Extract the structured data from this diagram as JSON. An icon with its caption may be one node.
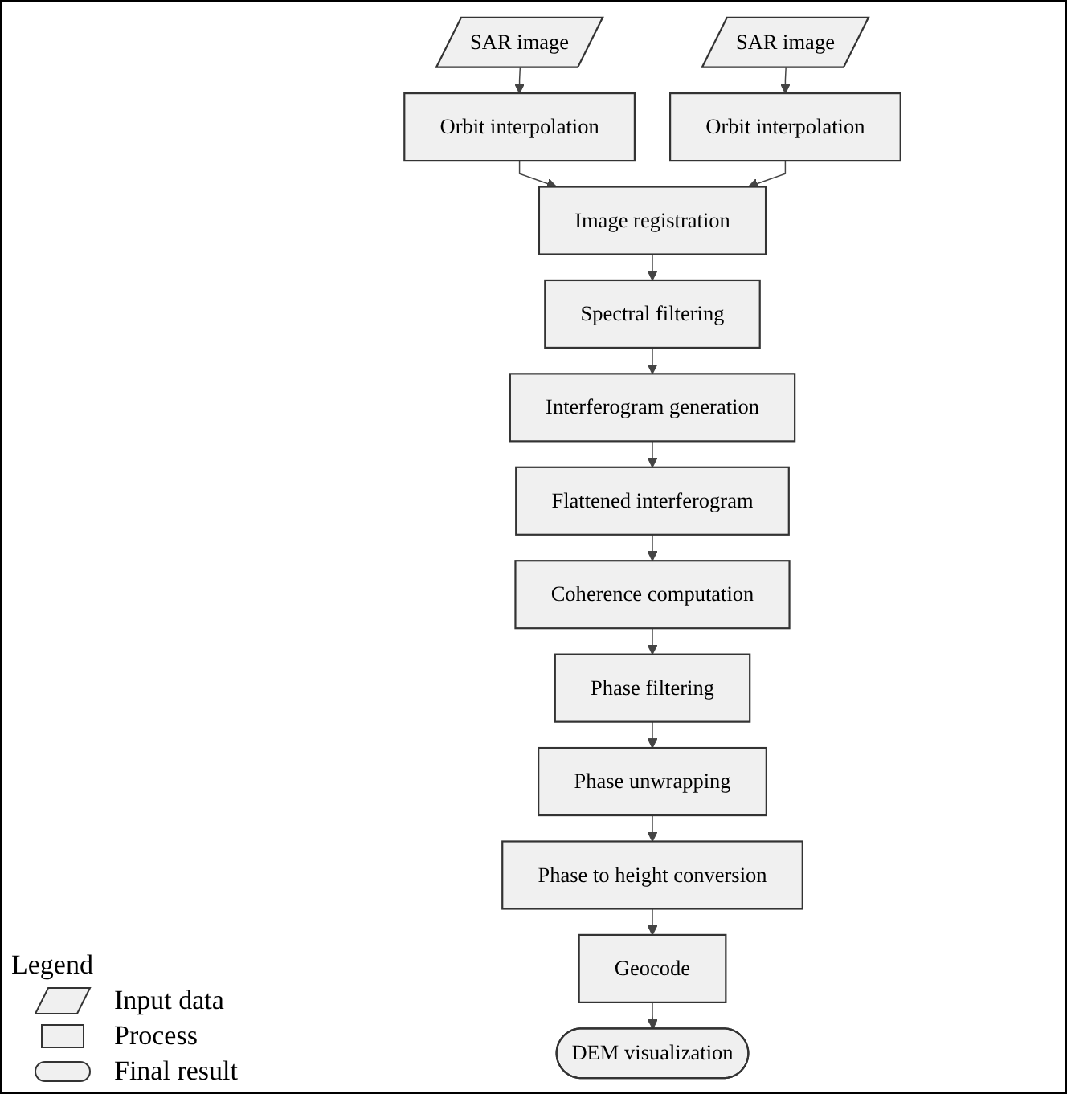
{
  "diagram": {
    "nodes": [
      {
        "text": [
          "SAR image"
        ]
      },
      {
        "text": [
          "SAR image"
        ]
      },
      {
        "text": [
          "Orbit interpolation"
        ]
      },
      {
        "text": [
          "Orbit interpolation"
        ]
      },
      {
        "text": [
          "Image registration"
        ]
      },
      {
        "text": [
          "Spectral filtering"
        ]
      },
      {
        "text": [
          "Interferogram generation"
        ]
      },
      {
        "text": [
          "Flattened interferogram"
        ]
      },
      {
        "text": [
          "Coherence computation"
        ]
      },
      {
        "text": [
          "Phase filtering"
        ]
      },
      {
        "text": [
          "Phase unwrapping"
        ]
      },
      {
        "text": [
          "Phase to height conversion"
        ]
      },
      {
        "text": [
          "Geocode"
        ]
      },
      {
        "text": [
          "DEM visualization"
        ]
      }
    ],
    "edges": [
      {
        "from": 0,
        "to": 2,
        "arrow": "to"
      },
      {
        "from": 1,
        "to": 3,
        "arrow": "to"
      },
      {
        "from": 2,
        "to": 4,
        "arrow": "to"
      },
      {
        "from": 3,
        "to": 4,
        "arrow": "to"
      },
      {
        "from": 4,
        "to": 5,
        "arrow": "to"
      },
      {
        "from": 5,
        "to": 6,
        "arrow": "to"
      },
      {
        "from": 6,
        "to": 7,
        "arrow": "to"
      },
      {
        "from": 7,
        "to": 8,
        "arrow": "to"
      },
      {
        "from": 8,
        "to": 9,
        "arrow": "to"
      },
      {
        "from": 9,
        "to": 10,
        "arrow": "to"
      },
      {
        "from": 10,
        "to": 11,
        "arrow": "to"
      },
      {
        "from": 11,
        "to": 12,
        "arrow": "to"
      },
      {
        "from": 12,
        "to": 13,
        "arrow": "to"
      }
    ],
    "labels": [
      "Legend"
    ],
    "legend": [
      {
        "text": "Input data"
      },
      {
        "text": "Process"
      },
      {
        "text": "Final result"
      }
    ]
  }
}
